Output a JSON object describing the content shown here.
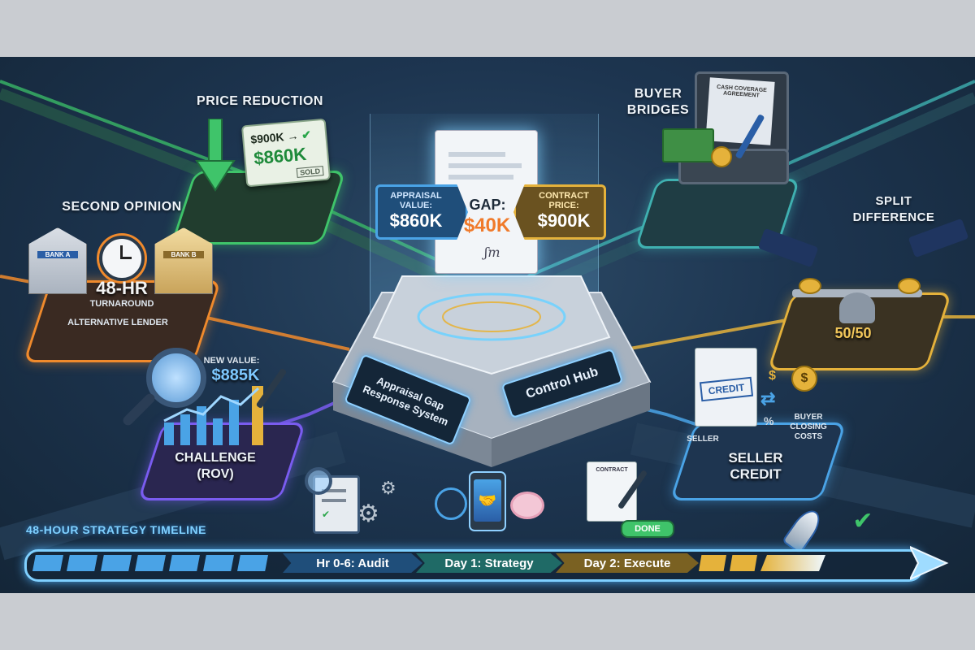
{
  "colors": {
    "green": "#3fc46a",
    "orange": "#f08a2c",
    "gold": "#e5b23b",
    "purple": "#7a5cf0",
    "blue": "#4aa3e6",
    "gap_orange": "#f07a2a"
  },
  "hub": {
    "appraisal_label": "APPRAISAL VALUE:",
    "appraisal_value": "$860K",
    "gap_label": "GAP:",
    "gap_value": "$40K",
    "contract_label": "CONTRACT PRICE:",
    "contract_value": "$900K",
    "system_label": "Appraisal Gap Response System",
    "control_label": "Control Hub"
  },
  "price_reduction": {
    "title": "PRICE REDUCTION",
    "old_price": "$900K",
    "new_price": "$860K",
    "sold_tag": "SOLD"
  },
  "buyer_bridges": {
    "title": "BUYER BRIDGES",
    "agreement": "CASH COVERAGE AGREEMENT"
  },
  "second_opinion": {
    "title": "SECOND OPINION",
    "bank_a": "BANK A",
    "bank_b": "BANK B",
    "hours": "48-HR",
    "turnaround": "TURNAROUND",
    "alt_lender": "ALTERNATIVE LENDER"
  },
  "split_difference": {
    "title": "SPLIT DIFFERENCE",
    "ratio": "50/50"
  },
  "challenge": {
    "new_value_label": "NEW VALUE:",
    "new_value": "$885K",
    "title": "CHALLENGE (ROV)"
  },
  "seller_credit": {
    "credit_stamp": "CREDIT",
    "seller_small": "SELLER",
    "buyer_small": "BUYER CLOSING COSTS",
    "title": "SELLER CREDIT"
  },
  "timeline": {
    "title": "48-HOUR STRATEGY TIMELINE",
    "phases": [
      "Hr 0-6: Audit",
      "Day 1: Strategy",
      "Day 2: Execute"
    ],
    "contract_word": "CONTRACT",
    "done": "DONE"
  },
  "icons": [
    "arrow-down-icon",
    "bank-icon",
    "clock-icon",
    "briefcase-icon",
    "money-icon",
    "pen-icon",
    "coin-icon",
    "scale-icon",
    "magnifier-icon",
    "bar-chart-icon",
    "document-icon",
    "clipboard-icon",
    "gear-icon",
    "network-icon",
    "phone-handshake-icon",
    "brain-icon",
    "rocket-icon",
    "hand-check-icon",
    "check-icon",
    "hand-icon"
  ]
}
